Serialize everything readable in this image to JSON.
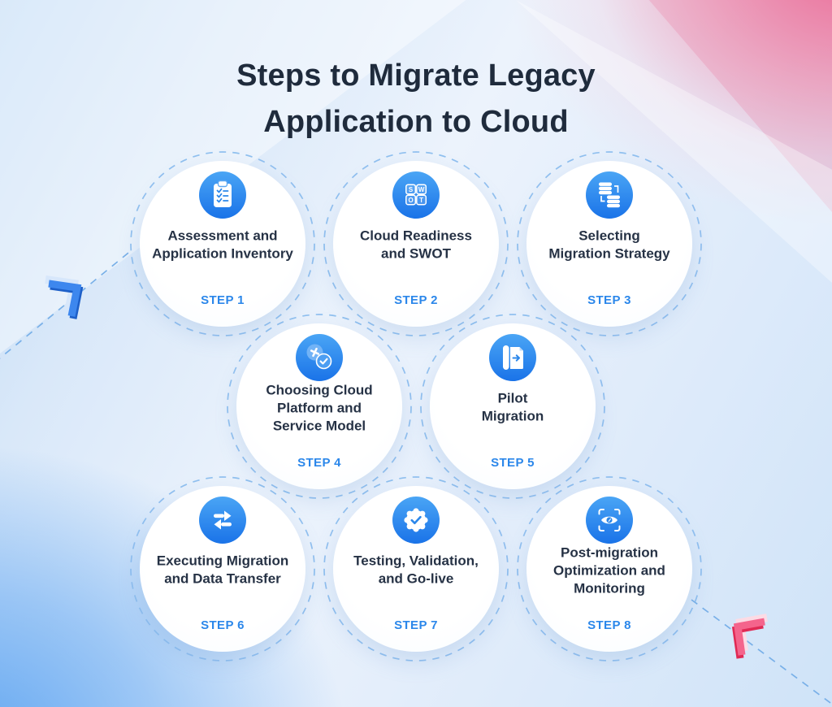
{
  "header": {
    "title_lines": [
      "Steps to Migrate Legacy",
      "Application to Cloud"
    ]
  },
  "steps": [
    {
      "label": "STEP 1",
      "title_lines": [
        "Assessment and",
        "Application Inventory"
      ],
      "icon": "clipboard-checklist-icon"
    },
    {
      "label": "STEP 2",
      "title_lines": [
        "Cloud Readiness",
        "and SWOT"
      ],
      "icon": "swot-grid-icon",
      "icon_letters": [
        "S",
        "W",
        "O",
        "T"
      ]
    },
    {
      "label": "STEP 3",
      "title_lines": [
        "Selecting",
        "Migration Strategy"
      ],
      "icon": "database-migration-icon"
    },
    {
      "label": "STEP 4",
      "title_lines": [
        "Choosing Cloud",
        "Platform and",
        "Service Model"
      ],
      "icon": "platform-select-icon"
    },
    {
      "label": "STEP 5",
      "title_lines": [
        "Pilot",
        "Migration"
      ],
      "icon": "document-export-icon"
    },
    {
      "label": "STEP 6",
      "title_lines": [
        "Executing Migration",
        "and Data Transfer"
      ],
      "icon": "transfer-arrows-icon"
    },
    {
      "label": "STEP 7",
      "title_lines": [
        "Testing, Validation,",
        "and Go-live"
      ],
      "icon": "verified-badge-icon"
    },
    {
      "label": "STEP 8",
      "title_lines": [
        "Post-migration",
        "Optimization and",
        "Monitoring"
      ],
      "icon": "eye-scan-icon"
    }
  ],
  "decorations": {
    "left_arrow": "chevron-3d-blue",
    "right_arrow": "chevron-3d-pink"
  },
  "colors": {
    "title_text": "#1f2b3c",
    "step_title_text": "#263245",
    "step_label_blue": "#2b87ea",
    "icon_gradient_top": "#4aa5f5",
    "icon_gradient_bottom": "#1a73e8",
    "dashed_ring": "#8cbdee",
    "dashed_line": "#79b0e8",
    "circle_fill": "#ffffff",
    "background_blue": "#61a6f1",
    "background_pink": "#ee5d8c",
    "arrow_blue": "#3d87ee",
    "arrow_pink": "#f4648c"
  }
}
